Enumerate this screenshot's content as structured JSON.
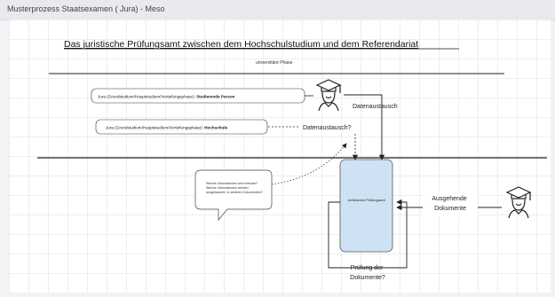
{
  "window": {
    "title": "Musterprozess Staatsexamen ( Jura) - Meso"
  },
  "diagram": {
    "heading": "Das juristische Prüfungsamt zwischen dem Hochschulstudium und dem Referendariat",
    "section_label": "universitäre Phase",
    "box_student": {
      "prefix": "Jura (Grundstudium/Hauptstudium/Vertiefungsphase): ",
      "bold": "Studierende Person"
    },
    "box_university": {
      "prefix": "Jura (Grundstudium/Hauptstudium/Vertiefungsphase): ",
      "bold": "Hochschule"
    },
    "label_exchange": "Datenaustausch",
    "label_exchange_q": "Datenaustausch?",
    "speech_bubble": [
      "Welche Informationen sind relevant?",
      "Welche Informationen werden",
      "ausgetauscht, in welchen Dokumenten?"
    ],
    "exam_office": "Juristisches Prüfungsamt",
    "outgoing": [
      "Ausgehende",
      "Dokumente"
    ],
    "check": [
      "Prüfung der",
      "Dokumente?"
    ],
    "icons": [
      "graduate-icon",
      "graduate-icon"
    ],
    "colors": {
      "office_fill": "#cfe2f3",
      "office_stroke": "#555555",
      "line": "#222222"
    }
  }
}
